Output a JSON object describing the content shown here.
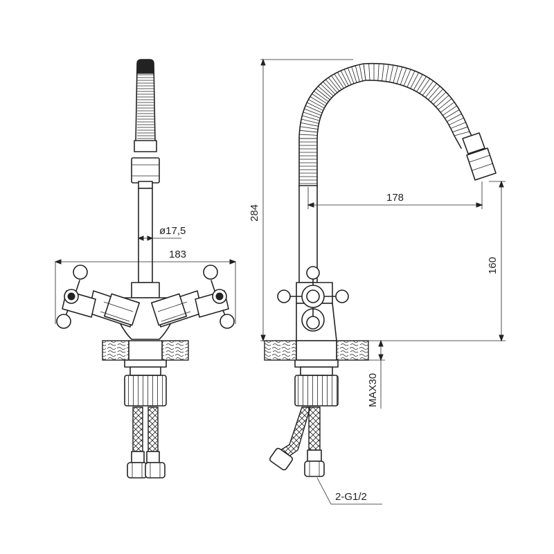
{
  "dimensions": {
    "diameter": "ø17,5",
    "base_width": "183",
    "total_height": "284",
    "spout_reach": "178",
    "spout_height": "160",
    "max_thickness": "MAX30",
    "connection": "2-G1/2"
  },
  "colors": {
    "line": "#222222",
    "background": "#ffffff"
  }
}
